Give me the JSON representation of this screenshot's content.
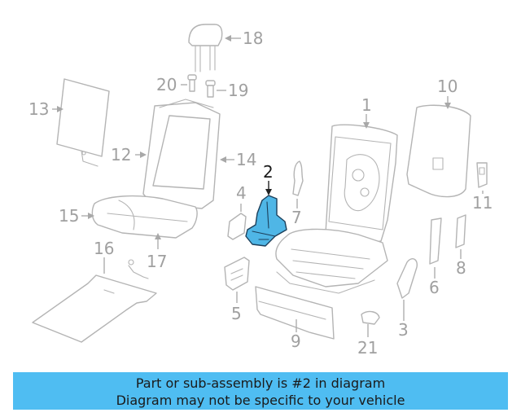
{
  "diagram": {
    "highlight_color": "#4fb6e6",
    "highlighted_callout": "2",
    "callouts": {
      "c1": "1",
      "c2": "2",
      "c3": "3",
      "c4": "4",
      "c5": "5",
      "c6": "6",
      "c7": "7",
      "c8": "8",
      "c9": "9",
      "c10": "10",
      "c11": "11",
      "c12": "12",
      "c13": "13",
      "c14": "14",
      "c15": "15",
      "c16": "16",
      "c17": "17",
      "c18": "18",
      "c19": "19",
      "c20": "20",
      "c21": "21"
    }
  },
  "banner": {
    "background": "#4fbdf2",
    "line1": "Part or sub-assembly is #2 in diagram",
    "line2": "Diagram may not be specific to your vehicle"
  }
}
